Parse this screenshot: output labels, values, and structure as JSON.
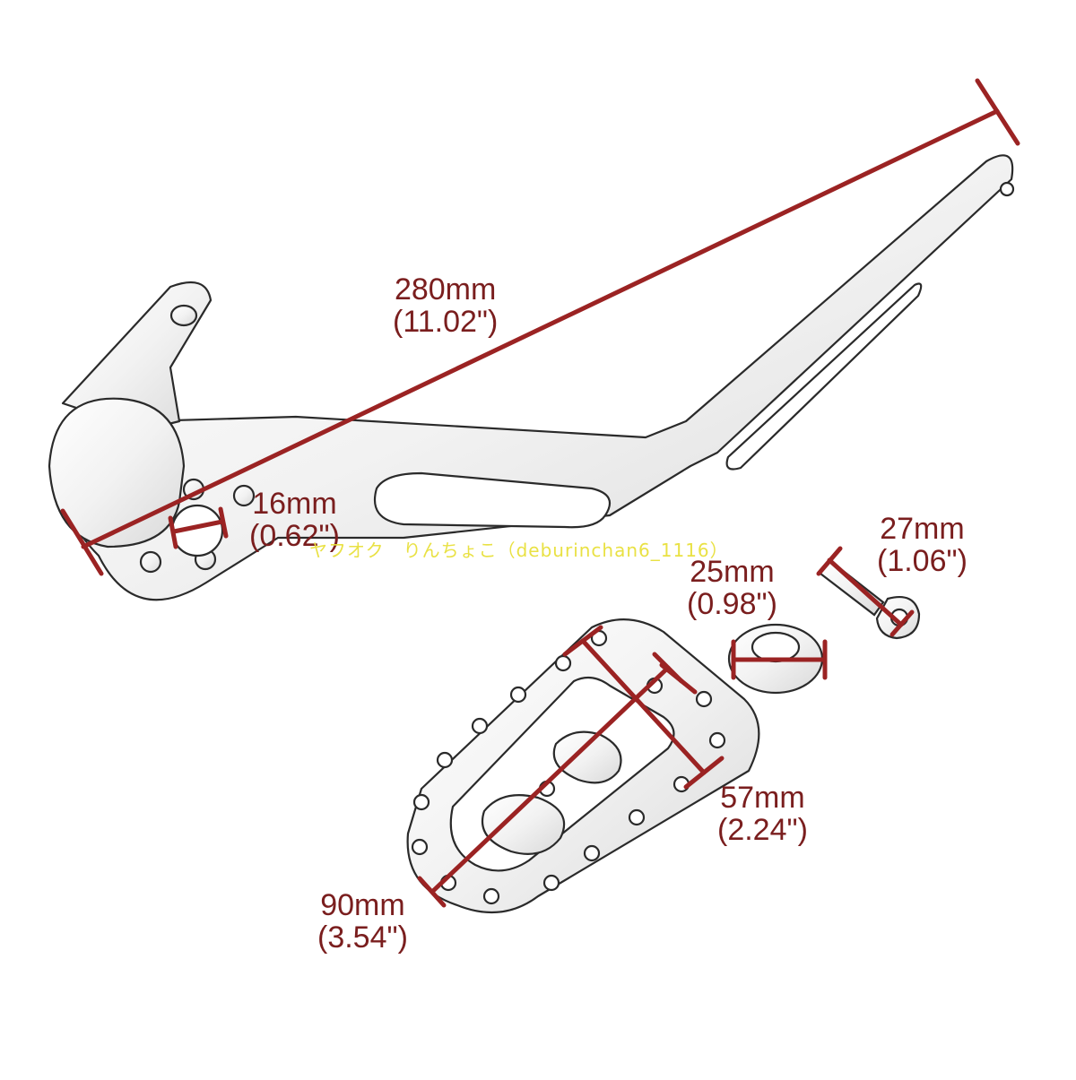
{
  "dimensions": {
    "overall_length": {
      "metric": "280mm",
      "imperial": "(11.02\")"
    },
    "pivot_bore": {
      "metric": "16mm",
      "imperial": "(0.62\")"
    },
    "bolt_length": {
      "metric": "27mm",
      "imperial": "(1.06\")"
    },
    "spacer_diameter": {
      "metric": "25mm",
      "imperial": "(0.98\")"
    },
    "peg_width": {
      "metric": "57mm",
      "imperial": "(2.24\")"
    },
    "peg_length": {
      "metric": "90mm",
      "imperial": "(3.54\")"
    }
  },
  "watermark": "ヤフオク　りんちょこ（deburinchan6_1116）",
  "colors": {
    "dimension_line": "#9b2323",
    "dimension_text": "#7a1e1e",
    "line_art": "#2a2a2a",
    "watermark": "#e8e03a"
  }
}
